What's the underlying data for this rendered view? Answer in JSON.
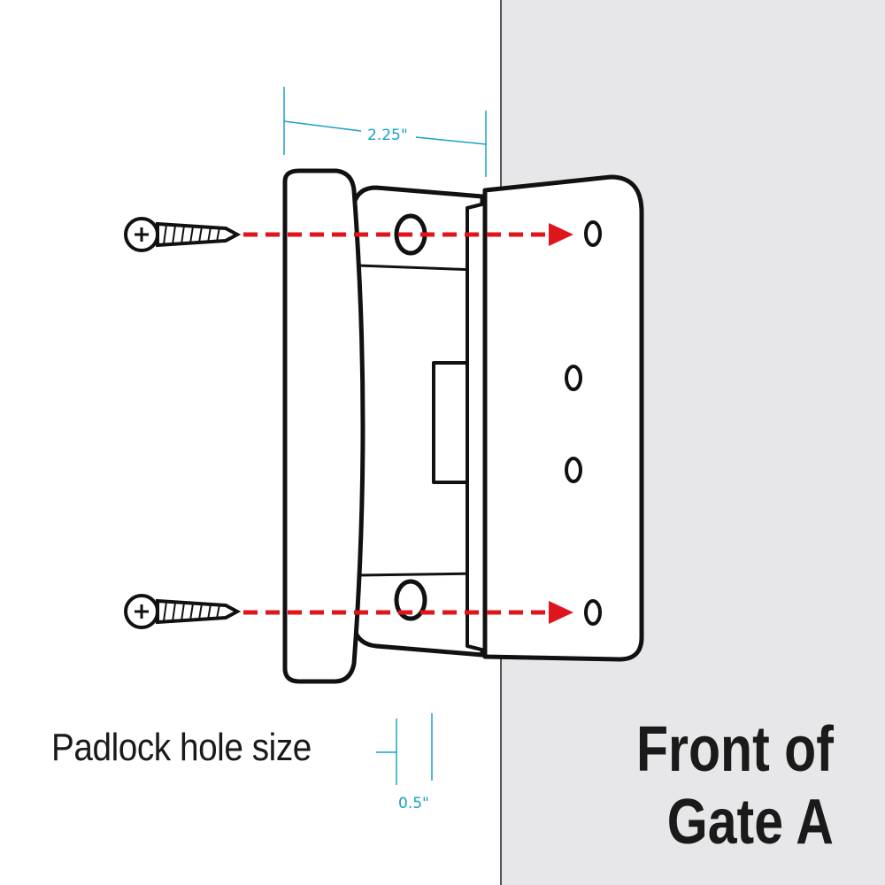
{
  "dimensions": {
    "width_label": "2.25\"",
    "hole_label": "0.5\""
  },
  "labels": {
    "padlock": "Padlock hole size",
    "front_line1": "Front of",
    "front_line2": "Gate A"
  },
  "colors": {
    "dimension": "#1aa0c8",
    "arrow": "#e0141b",
    "wall": "#e7e7ea",
    "outline": "#111111"
  }
}
